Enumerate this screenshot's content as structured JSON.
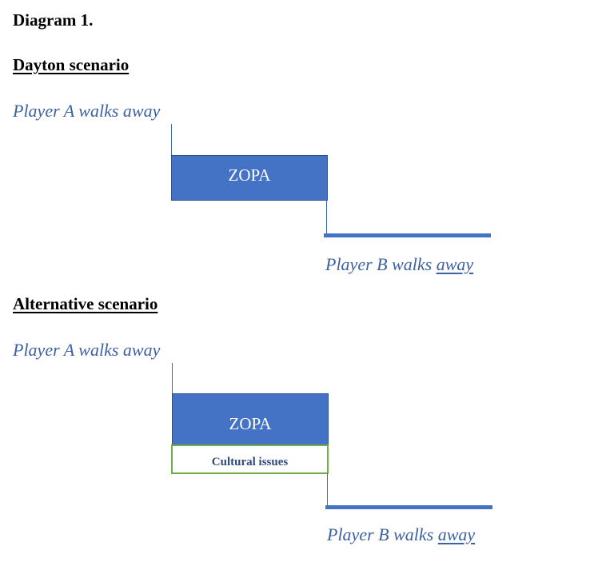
{
  "title": "Diagram 1.",
  "scenarios": [
    {
      "heading": "Dayton scenario",
      "player_a": "Player A walks away",
      "zopa_label": "ZOPA",
      "player_b_prefix": "Player B walks ",
      "player_b_suffix": "away"
    },
    {
      "heading": "Alternative scenario",
      "player_a": "Player A walks away",
      "zopa_label": "ZOPA",
      "sub_box_label": "Cultural issues",
      "player_b_prefix": "Player B walks ",
      "player_b_suffix": "away"
    }
  ],
  "colors": {
    "zopa_fill": "#4472c4",
    "zopa_border": "#2f528f",
    "cultural_border": "#70ad47",
    "player_text": "#3d62a3",
    "line": "#4472c4"
  }
}
